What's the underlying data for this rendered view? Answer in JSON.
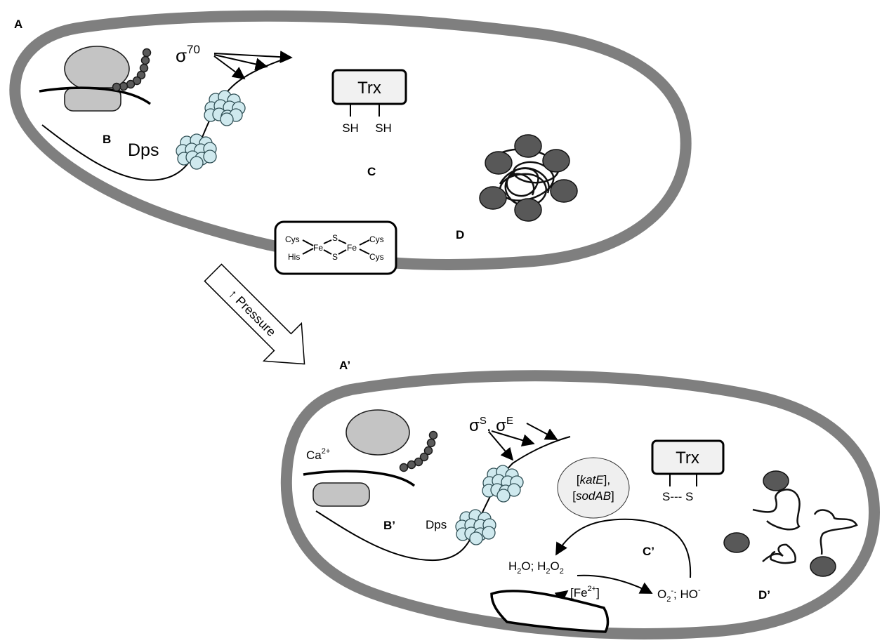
{
  "panel_top": {
    "label_A": "A",
    "label_B": "B",
    "label_C": "C",
    "label_D": "D",
    "sigma_symbol": "σ",
    "sigma_sup": "70",
    "dps": "Dps",
    "trx": "Trx",
    "sh_left": "SH",
    "sh_right": "SH",
    "fes": {
      "cys_tl": "Cys",
      "his_bl": "His",
      "fe_l": "Fe",
      "s_top": "S",
      "s_bot": "S",
      "fe_r": "Fe",
      "cys_tr": "Cys",
      "cys_br": "Cys"
    }
  },
  "arrow": {
    "label": "↑ Pressure"
  },
  "panel_bottom": {
    "label_A": "A’",
    "label_B": "B’",
    "label_C": "C’",
    "label_D": "D’",
    "sigma_s_symbol": "σ",
    "sigma_s_sup": "S",
    "sigma_sep": ", ",
    "sigma_e_symbol": "σ",
    "sigma_e_sup": "E",
    "calcium": "Ca",
    "calcium_sup": "2+",
    "dps": "Dps",
    "trx": "Trx",
    "ss": "S--- S",
    "kat_open": "[",
    "kat_gene": "katE",
    "kat_close": "],",
    "sod_open": "[",
    "sod_gene": "sodAB",
    "sod_close": "]",
    "h2o_a": "H",
    "h2o_sub": "2",
    "h2o_b": "O; H",
    "h2o2_sub1": "2",
    "h2o2_b": "O",
    "h2o2_sub2": "2",
    "fe_open": "[Fe",
    "fe_sup": "2+",
    "fe_close": "]",
    "o2_a": "O",
    "o2_sub": "2",
    "o2_sup": "-",
    "ho_a": "; HO",
    "ho_sup": "-"
  }
}
